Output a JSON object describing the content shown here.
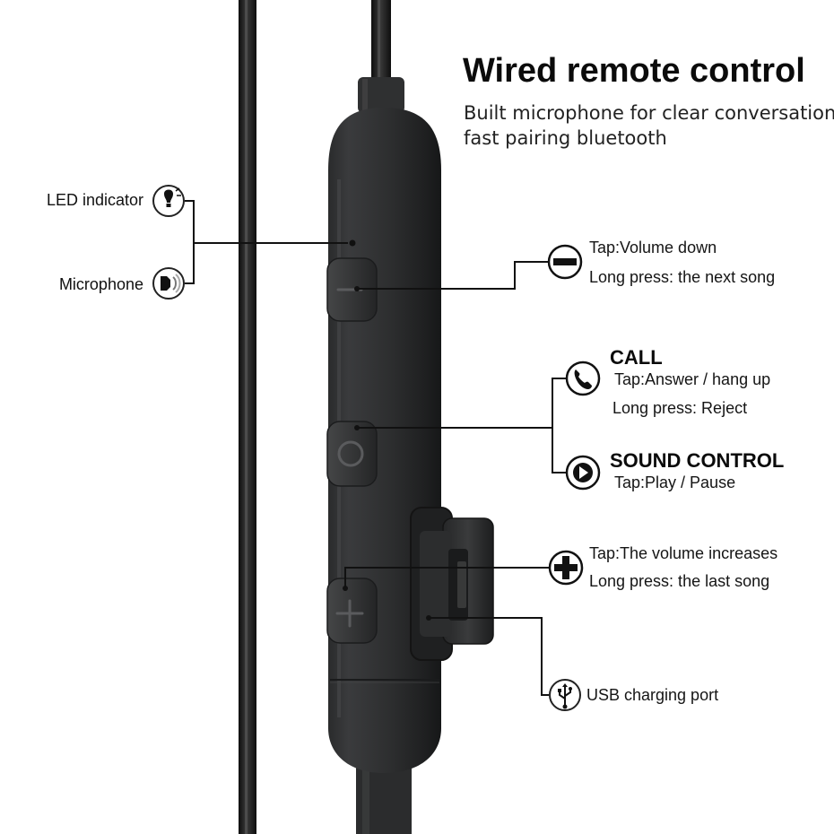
{
  "header": {
    "title": "Wired remote control",
    "subtitle_line1": "Built microphone for clear conversation",
    "subtitle_line2": "fast pairing bluetooth"
  },
  "left_labels": {
    "led": "LED indicator",
    "microphone": "Microphone"
  },
  "minus_button": {
    "tap": "Tap:Volume down",
    "long_press": "Long press: the next song"
  },
  "call": {
    "heading": "CALL",
    "tap": "Tap:Answer / hang up",
    "long_press": "Long press: Reject"
  },
  "sound_control": {
    "heading": "SOUND CONTROL",
    "tap": "Tap:Play / Pause"
  },
  "plus_button": {
    "tap": "Tap:The volume increases",
    "long_press": "Long press: the last song"
  },
  "usb": {
    "label": "USB charging port"
  },
  "icons": {
    "led": "led-bulb-icon",
    "microphone": "microphone-icon",
    "minus": "minus-circle-icon",
    "phone": "phone-icon",
    "play": "play-circle-icon",
    "plus": "plus-circle-icon",
    "usb": "usb-icon"
  },
  "colors": {
    "background": "#ffffff",
    "remote_body": "#2e2f30",
    "leader_line": "#111111",
    "text": "#111111"
  }
}
